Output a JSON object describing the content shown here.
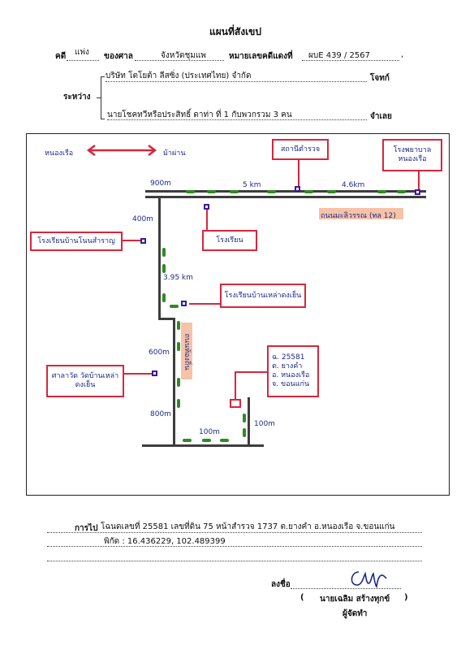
{
  "header": {
    "title": "แผนที่สังเขป",
    "case_label": "คดี",
    "case_type": "แพ่ง",
    "court_label": "ของศาล",
    "court_name": "จังหวัดชุมแพ",
    "case_no_label": "หมายเลขคดีแดงที่",
    "case_no": "ผบE 439 / 2567",
    "trailing_comma": ","
  },
  "parties": {
    "between_label": "ระหว่าง",
    "plaintiff": "บริษัท โตโยต้า ลีสซิ่ง (ประเทศไทย) จำกัด",
    "plaintiff_role": "โจทก์",
    "defendant": "นายโชคทวีหรือประสิทธิ์ ดาท่า ที่ 1 กับพวกรวม 3 คน",
    "defendant_role": "จำเลย"
  },
  "map": {
    "arrow_left": "หนองเรือ",
    "arrow_right": "ม้าผ่าน",
    "highway": "ถนนมะลิวรรณ (ทล 12)",
    "side_road": "ถนนท้องถิ่น",
    "distances": {
      "d900_top": "900m",
      "d5km": "5 km",
      "d46km": "4.6km",
      "d400": "400m",
      "d395": "3.95 km",
      "d600": "600m",
      "d800": "800m",
      "d100_bottom": "100m",
      "d100_right": "100m"
    },
    "landmarks": {
      "police": "สถานีตำรวจ",
      "hospital": "โรงพยาบาลหนองเรือ",
      "school_top": "โรงเรียน",
      "school_left": "โรงเรียนบ้านโนนสำราญ",
      "school_mid": "โรงเรียนบ้านเหล่าดงเย็น",
      "temple": "ศาลาวัด วัดบ้านเหล่าดงเย็น"
    },
    "property": {
      "line1": "ฉ. 25581",
      "line2": "ต. ยางคำ",
      "line3": "อ. หนองเรือ",
      "line4": "จ. ขอนแก่น"
    }
  },
  "footer": {
    "directions_label": "การไป",
    "directions": "โฉนดเลขที่  25581  เลขที่ดิน  75  หน้าสำรวจ  1737  ต.ยางคำ  อ.หนองเรือ  จ.ขอนแก่น",
    "coords_label": "พิกัด : 16.436229, 102.489399",
    "sign_label": "ลงชื่อ",
    "signer_open": "(",
    "signer_name": "นายเฉลิม สร้างทุกข์",
    "signer_close": ")",
    "signer_role": "ผู้จัดทำ"
  },
  "colors": {
    "box_red": "#d7263d",
    "road_green": "#2e8b22",
    "ink_blue": "#1b2a8a",
    "marker_purple": "#3a1a9e",
    "highlight": "#f6c2a8"
  }
}
